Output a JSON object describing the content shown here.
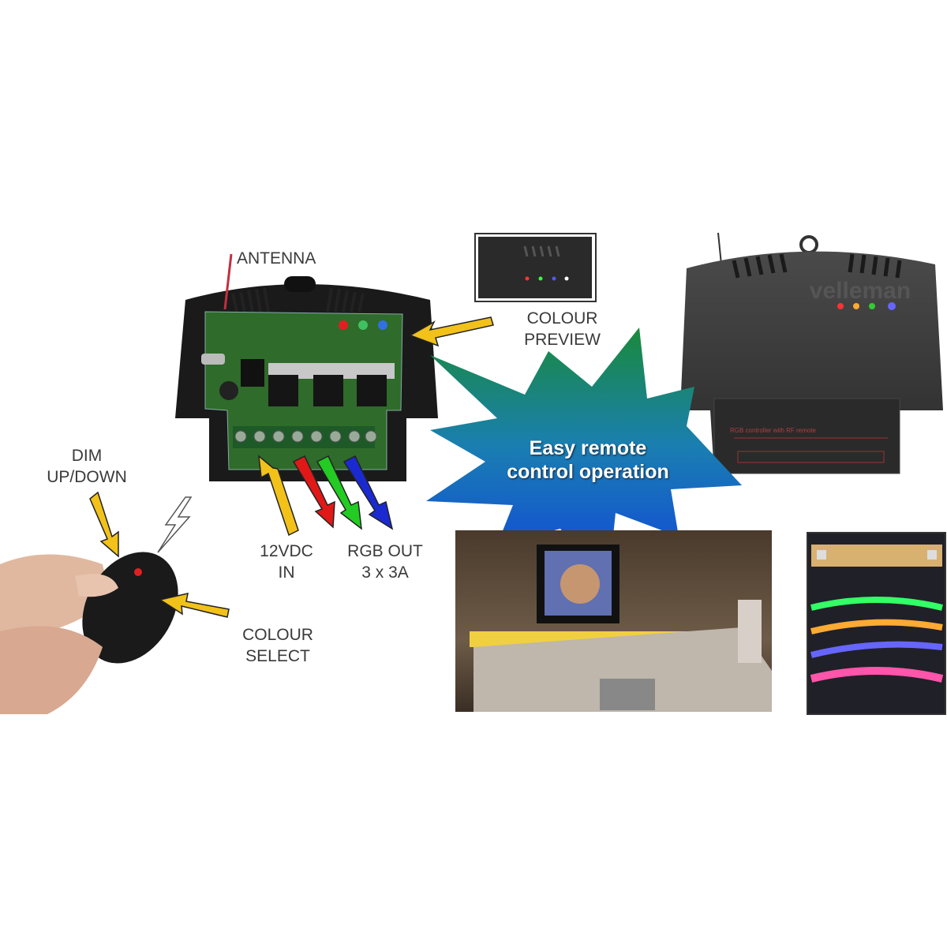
{
  "labels": {
    "antenna": "ANTENNA",
    "colour_preview": [
      "COLOUR",
      "PREVIEW"
    ],
    "dim": [
      "DIM",
      "UP/DOWN"
    ],
    "power_in": [
      "12VDC",
      "IN"
    ],
    "rgb_out": [
      "RGB OUT",
      "3 x 3A"
    ],
    "colour_select": [
      "COLOUR",
      "SELECT"
    ]
  },
  "starburst": {
    "lines": [
      "Easy remote",
      "control operation"
    ]
  },
  "device": {
    "brand": "velleman",
    "panel_text": "RGB controller with RF remote"
  },
  "colors": {
    "arrow_yellow": "#f2c21a",
    "arrow_red": "#e01818",
    "arrow_green": "#22cc22",
    "arrow_blue": "#1a2ad0",
    "burst_top": "#1a8a3a",
    "burst_bottom": "#1040e0",
    "pcb_green": "#2f6b2a"
  }
}
